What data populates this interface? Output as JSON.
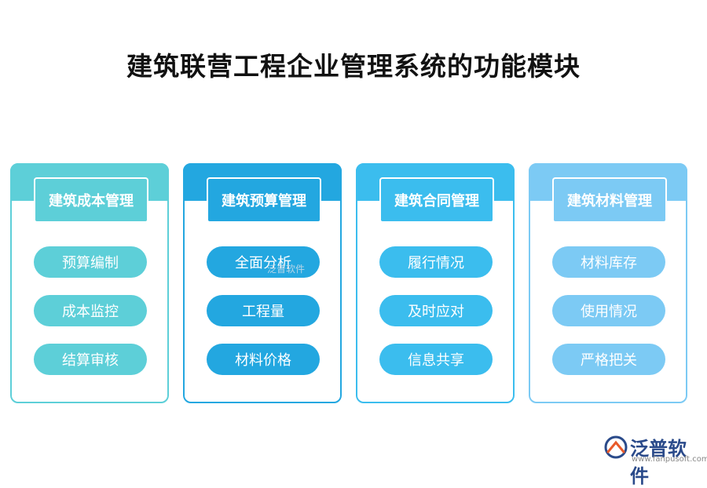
{
  "title": "建筑联营工程企业管理系统的功能模块",
  "colors": {
    "card1": "#5dcfd8",
    "card2": "#23a7e0",
    "card3": "#3bbdee",
    "card4": "#7ccaf4",
    "logo_text": "#2a4a8a",
    "logo_accent": "#e85a2a"
  },
  "modules": [
    {
      "header": "建筑成本管理",
      "items": [
        "预算编制",
        "成本监控",
        "结算审核"
      ]
    },
    {
      "header": "建筑预算管理",
      "items": [
        "全面分析",
        "工程量",
        "材料价格"
      ]
    },
    {
      "header": "建筑合同管理",
      "items": [
        "履行情况",
        "及时应对",
        "信息共享"
      ]
    },
    {
      "header": "建筑材料管理",
      "items": [
        "材料库存",
        "使用情况",
        "严格把关"
      ]
    }
  ],
  "logo": {
    "name": "泛普软件",
    "url": "www.fanpusoft.com"
  },
  "watermark": "泛普软件"
}
